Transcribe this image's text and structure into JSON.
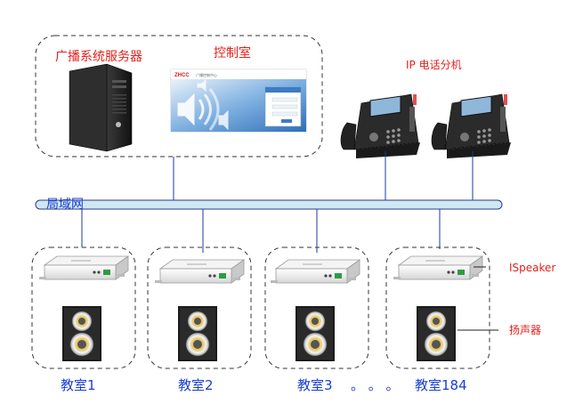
{
  "server": {
    "label": "广播系统服务器"
  },
  "control_room": {
    "label": "控制室",
    "screen_logo": "ZHCC",
    "screen_caption": "广播控制中心"
  },
  "ip_phones": {
    "label": "IP 电话分机"
  },
  "network": {
    "label": "局域网"
  },
  "classrooms": [
    {
      "label": "教室1"
    },
    {
      "label": "教室2"
    },
    {
      "label": "教室3"
    },
    {
      "label": "教室184"
    }
  ],
  "ellipsis": "。 。 。",
  "callouts": {
    "ispeaker": "ISpeaker",
    "speaker": "扬声器"
  },
  "colors": {
    "label_red": "#e5201b",
    "label_blue": "#1a3fcf",
    "lan_bar": "#cfe8f2",
    "link_line": "#1f3a9a"
  }
}
